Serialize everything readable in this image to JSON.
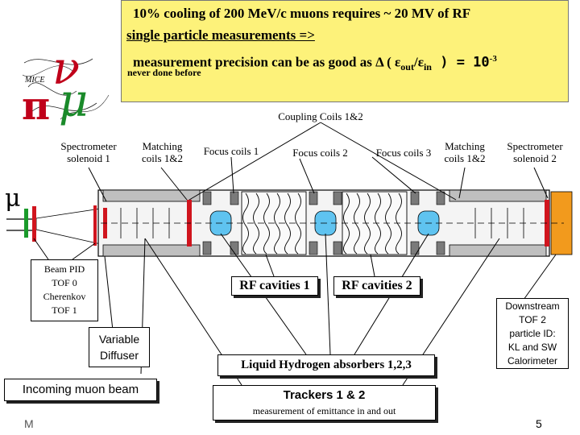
{
  "header": {
    "line1": "10% cooling of 200 MeV/c muons requires ~ 20 MV of RF",
    "line2": "single particle measurements =>",
    "line3_pre": "measurement precision can be as good as ",
    "line3_delta": "Δ",
    "line3_paren_open": " ( ",
    "line3_eps1": "ε",
    "line3_sub_out": "out",
    "line3_slash": "/",
    "line3_eps2": "ε",
    "line3_sub_in": "in",
    "line3_eq": " ) = ",
    "line3_value": "10",
    "line3_exp": "-3",
    "line4": "never done before"
  },
  "logo": {
    "pi": "π",
    "nu": "ν",
    "mu": "μ",
    "mice": "MICE"
  },
  "labels": {
    "coupling_coils": "Coupling Coils 1&2",
    "spectrometer_1": [
      "Spectrometer",
      "solenoid 1"
    ],
    "matching_1": [
      "Matching",
      "coils 1&2"
    ],
    "focus_coil_1": "Focus coils 1",
    "focus_coil_2": "Focus coils 2",
    "focus_coil_3": "Focus coils 3",
    "matching_2": [
      "Matching",
      "coils 1&2"
    ],
    "spectrometer_2": [
      "Spectrometer",
      "solenoid 2"
    ],
    "mu_symbol": "μ",
    "beam_pid": [
      "Beam PID",
      "TOF 0",
      "Cherenkov",
      "TOF 1"
    ],
    "rf_cavities_1": "RF cavities 1",
    "rf_cavities_2": "RF cavities 2",
    "variable_diffuser": [
      "Variable",
      "Diffuser"
    ],
    "lh2_absorbers": "Liquid Hydrogen absorbers 1,2,3",
    "downstream": [
      "Downstream",
      "TOF 2",
      "particle ID:",
      "KL and SW",
      "Calorimeter"
    ],
    "incoming_beam": "Incoming muon beam",
    "trackers": "Trackers 1 & 2",
    "emittance": "measurement of emittance in and out"
  },
  "footer": {
    "left": "M",
    "page": "5"
  },
  "colors": {
    "header_bg": "#fdf27a",
    "pi_color": "#c0001a",
    "nu_color": "#c0001a",
    "mu_color": "#1a8a2a",
    "absorber": "#5fc3f0",
    "solenoid_red": "#d0151e",
    "orange": "#f29a1d"
  }
}
